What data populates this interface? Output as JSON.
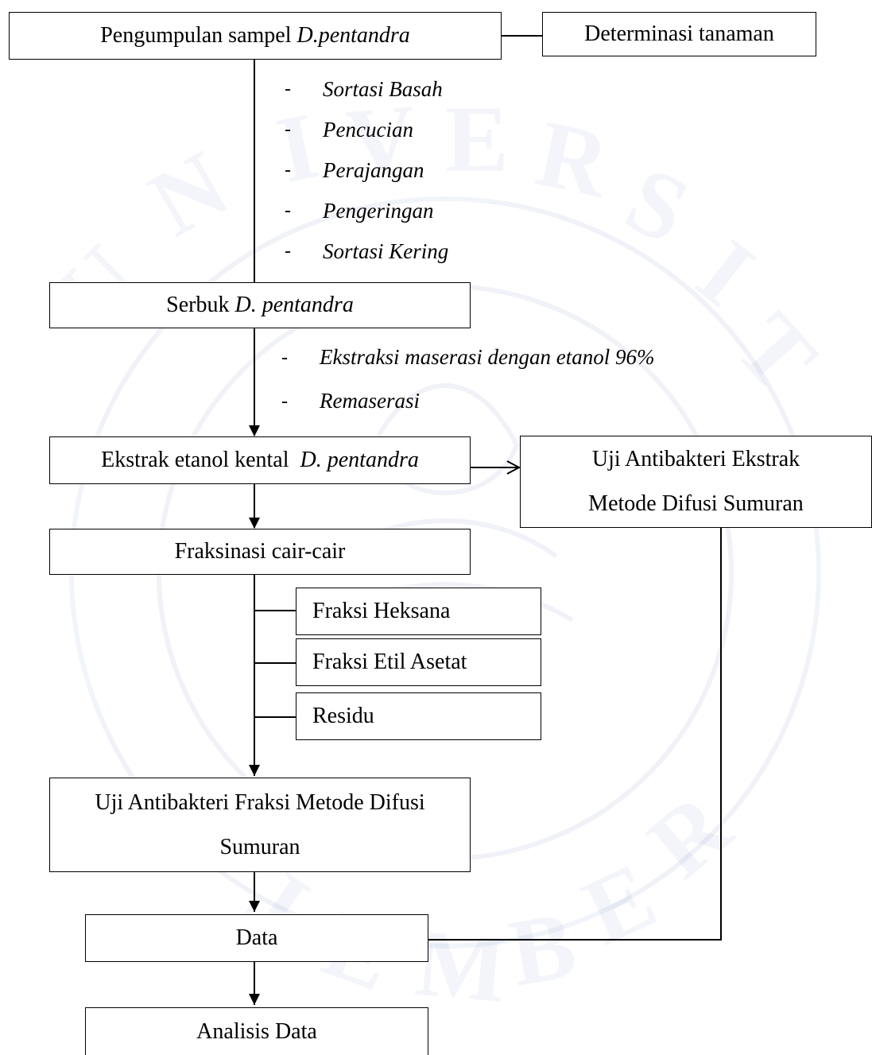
{
  "watermark_text": "UNIVERSITAS JEMBER",
  "nodes": {
    "pengumpulan": {
      "text": "Pengumpulan sampel ",
      "italic": "D.pentandra"
    },
    "determinasi": {
      "text": "Determinasi tanaman"
    },
    "serbuk": {
      "text": "Serbuk ",
      "italic": "D. pentandra"
    },
    "ekstrak": {
      "text": "Ekstrak etanol kental  ",
      "italic": "D. pentandra"
    },
    "uji_ekstrak": {
      "line1": "Uji Antibakteri Ekstrak",
      "line2": "Metode Difusi Sumuran"
    },
    "fraksinasi": {
      "text": "Fraksinasi cair-cair"
    },
    "heksana": {
      "text": "Fraksi Heksana"
    },
    "etil": {
      "text": "Fraksi Etil Asetat"
    },
    "residu": {
      "text": "Residu"
    },
    "uji_fraksi": {
      "line1": "Uji Antibakteri Fraksi Metode Difusi",
      "line2": "Sumuran"
    },
    "data": {
      "text": "Data"
    },
    "analisis": {
      "text": "Analisis Data"
    }
  },
  "steps_1": [
    "Sortasi Basah",
    "Pencucian",
    "Perajangan",
    "Pengeringan",
    "Sortasi Kering"
  ],
  "steps_2": [
    "Ekstraksi maserasi dengan etanol 96%",
    "Remaserasi"
  ],
  "dash": "-"
}
